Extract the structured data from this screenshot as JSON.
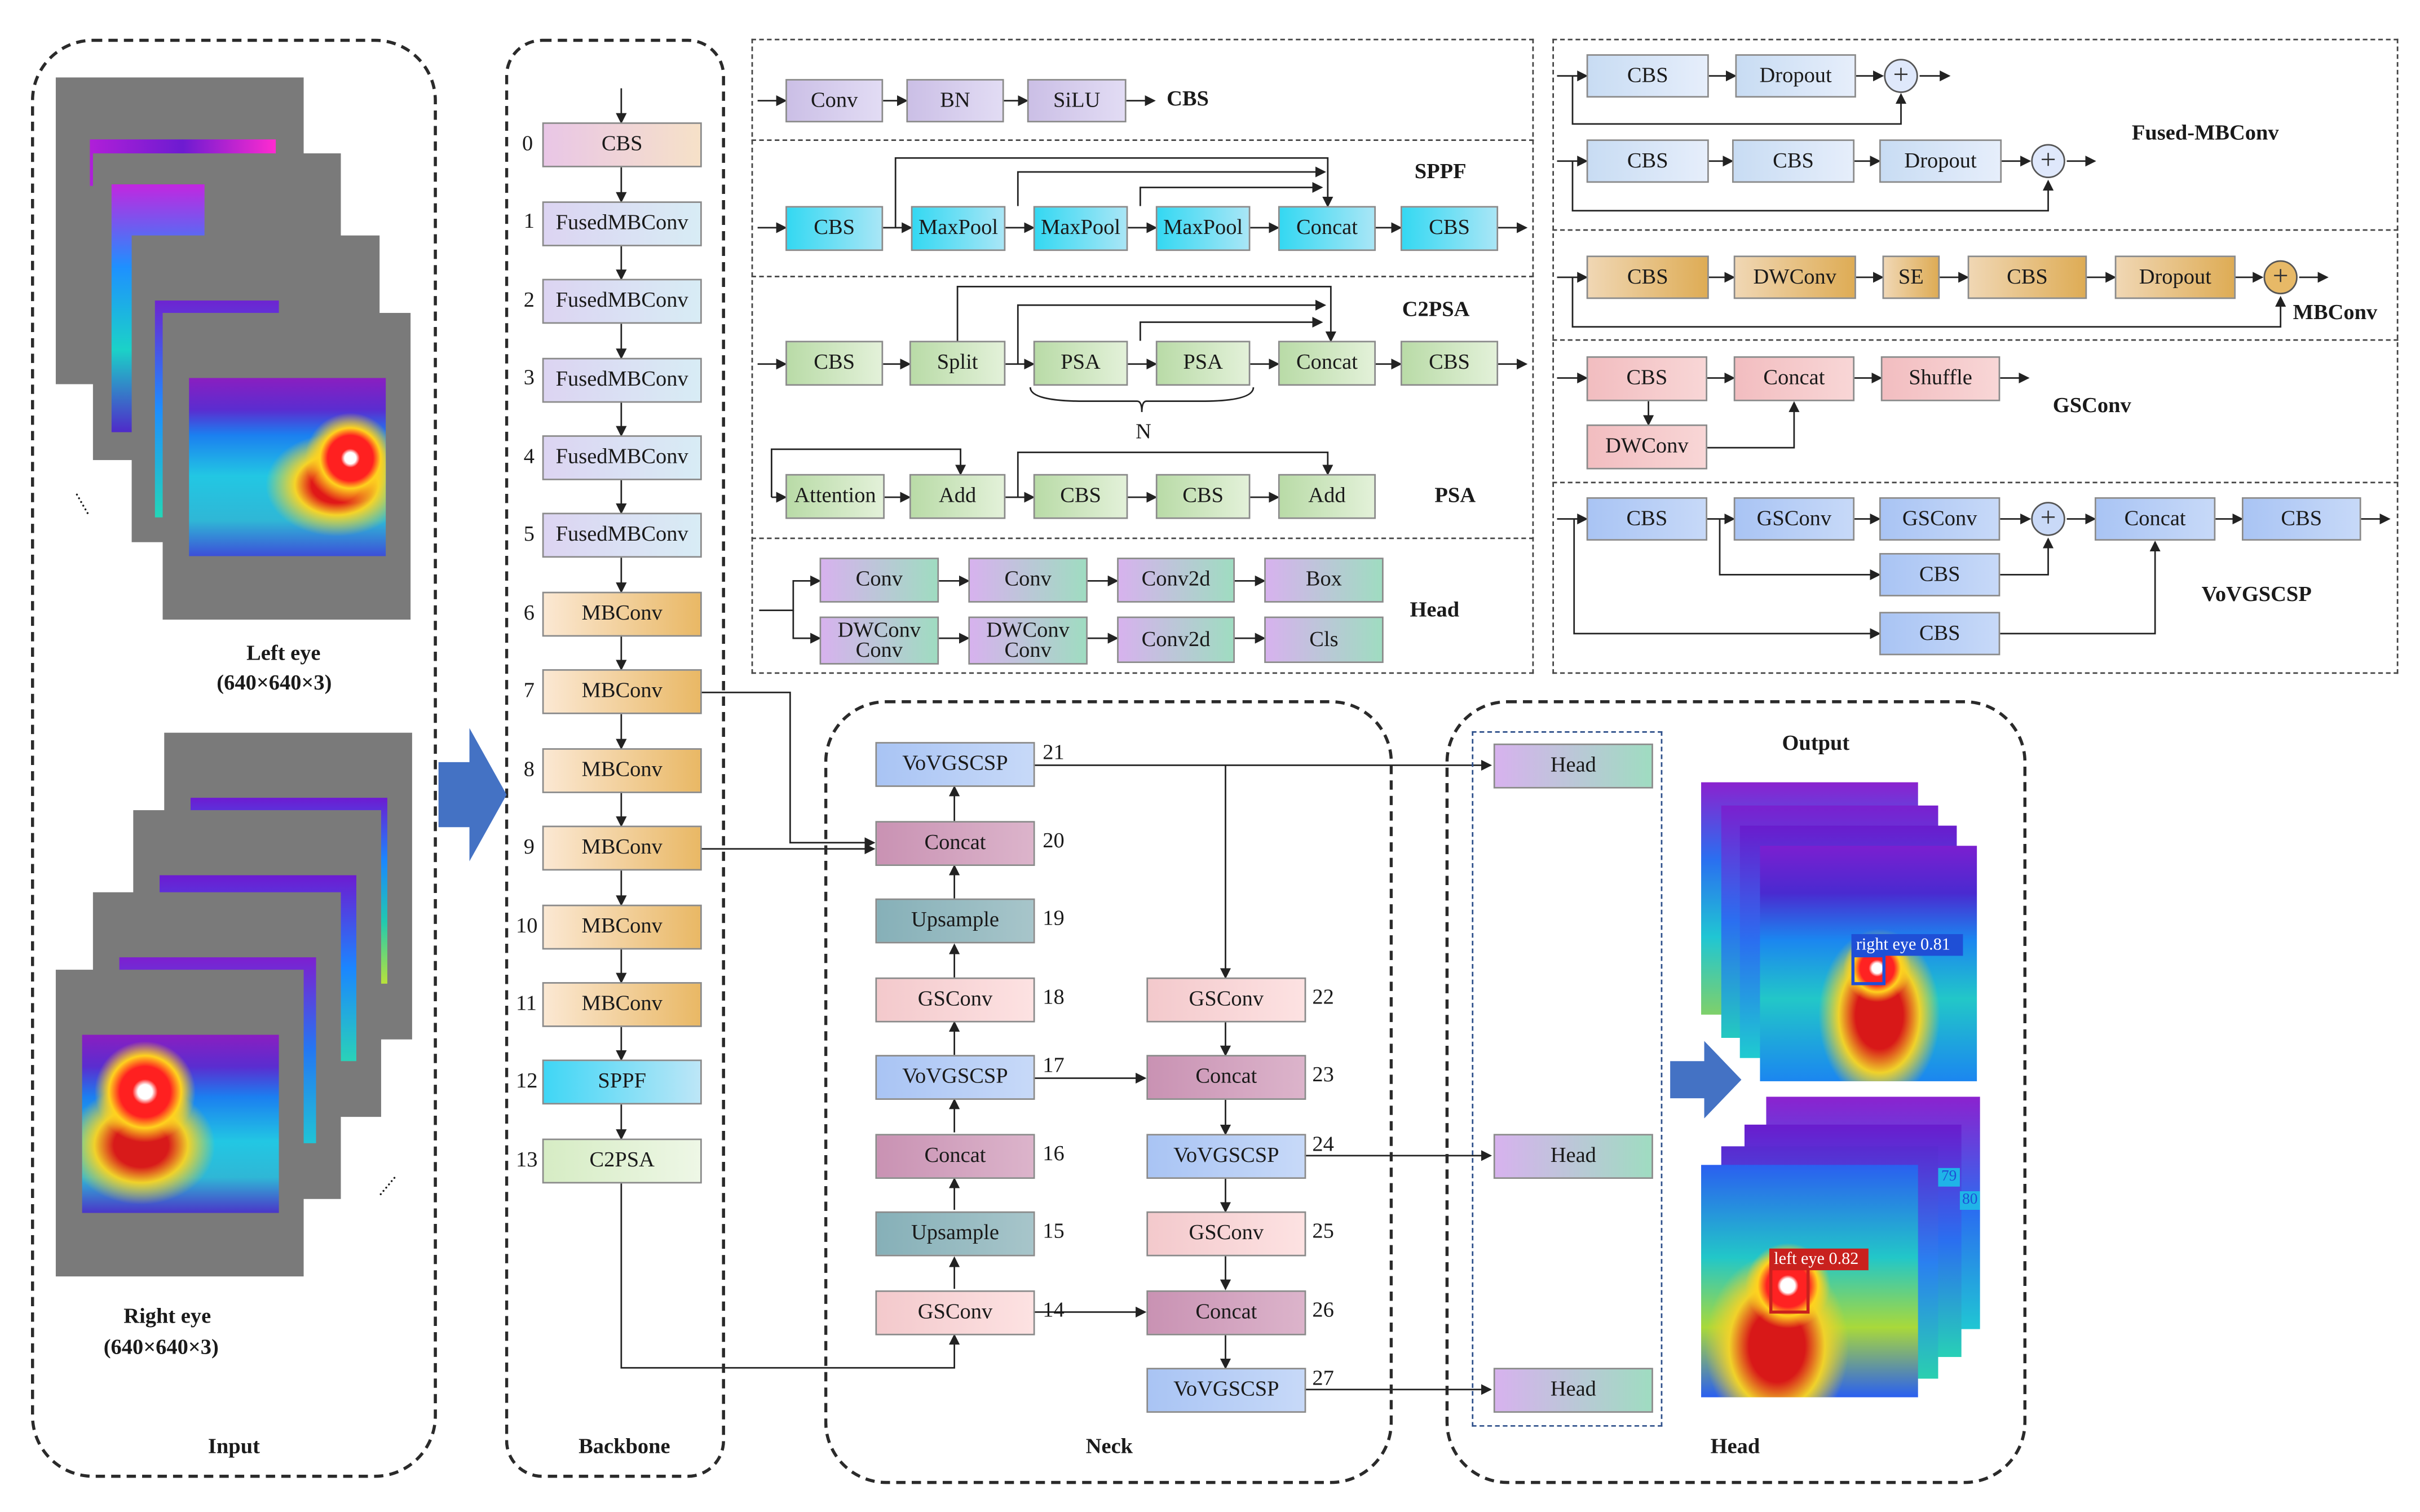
{
  "panels": {
    "input": "Input",
    "backbone": "Backbone",
    "neck": "Neck",
    "head": "Head",
    "output": "Output"
  },
  "input_images": {
    "left_label": "Left eye",
    "left_dims": "(640×640×3)",
    "right_label": "Right eye",
    "right_dims": "(640×640×3)",
    "ellipsis": "......"
  },
  "backbone": [
    {
      "idx": "0",
      "name": "CBS"
    },
    {
      "idx": "1",
      "name": "FusedMBConv"
    },
    {
      "idx": "2",
      "name": "FusedMBConv"
    },
    {
      "idx": "3",
      "name": "FusedMBConv"
    },
    {
      "idx": "4",
      "name": "FusedMBConv"
    },
    {
      "idx": "5",
      "name": "FusedMBConv"
    },
    {
      "idx": "6",
      "name": "MBConv"
    },
    {
      "idx": "7",
      "name": "MBConv"
    },
    {
      "idx": "8",
      "name": "MBConv"
    },
    {
      "idx": "9",
      "name": "MBConv"
    },
    {
      "idx": "10",
      "name": "MBConv"
    },
    {
      "idx": "11",
      "name": "MBConv"
    },
    {
      "idx": "12",
      "name": "SPPF"
    },
    {
      "idx": "13",
      "name": "C2PSA"
    }
  ],
  "neck": [
    {
      "idx": "21",
      "name": "VoVGSCSP"
    },
    {
      "idx": "20",
      "name": "Concat"
    },
    {
      "idx": "19",
      "name": "Upsample"
    },
    {
      "idx": "18",
      "name": "GSConv"
    },
    {
      "idx": "17",
      "name": "VoVGSCSP"
    },
    {
      "idx": "16",
      "name": "Concat"
    },
    {
      "idx": "15",
      "name": "Upsample"
    },
    {
      "idx": "14",
      "name": "GSConv"
    },
    {
      "idx": "22",
      "name": "GSConv"
    },
    {
      "idx": "23",
      "name": "Concat"
    },
    {
      "idx": "24",
      "name": "VoVGSCSP"
    },
    {
      "idx": "25",
      "name": "GSConv"
    },
    {
      "idx": "26",
      "name": "Concat"
    },
    {
      "idx": "27",
      "name": "VoVGSCSP"
    }
  ],
  "heads": [
    "Head",
    "Head",
    "Head"
  ],
  "modules": {
    "cbs": {
      "title": "CBS",
      "blocks": [
        "Conv",
        "BN",
        "SiLU"
      ]
    },
    "sppf": {
      "title": "SPPF",
      "blocks": [
        "CBS",
        "MaxPool",
        "MaxPool",
        "MaxPool",
        "Concat",
        "CBS"
      ]
    },
    "c2psa": {
      "title": "C2PSA",
      "blocks": [
        "CBS",
        "Split",
        "PSA",
        "PSA",
        "Concat",
        "CBS"
      ],
      "repeat": "N"
    },
    "psa": {
      "title": "PSA",
      "blocks": [
        "Attention",
        "Add",
        "CBS",
        "CBS",
        "Add"
      ]
    },
    "head": {
      "title": "Head",
      "row1": [
        "Conv",
        "Conv",
        "Conv2d",
        "Box"
      ],
      "row2": [
        "DWConv Conv",
        "DWConv Conv",
        "Conv2d",
        "Cls"
      ]
    },
    "fused": {
      "title": "Fused-MBConv",
      "row1": [
        "CBS",
        "Dropout"
      ],
      "row2": [
        "CBS",
        "CBS",
        "Dropout"
      ]
    },
    "mbconv": {
      "title": "MBConv",
      "blocks": [
        "CBS",
        "DWConv",
        "SE",
        "CBS",
        "Dropout"
      ]
    },
    "gsconv": {
      "title": "GSConv",
      "blocks": [
        "CBS",
        "Concat",
        "Shuffle",
        "DWConv"
      ]
    },
    "vov": {
      "title": "VoVGSCSP",
      "blocks": [
        "CBS",
        "GSConv",
        "GSConv",
        "Concat",
        "CBS",
        "CBS",
        "CBS"
      ]
    }
  },
  "plus_symbol": "+",
  "detections": {
    "right": "right eye 0.81",
    "left": "left eye 0.82",
    "badge1": "79",
    "badge2": "80"
  },
  "colors": {
    "arrow_blue": "#4472c4",
    "detect_blue": "#1f4fd6",
    "detect_red": "#c9211e",
    "canvas_gray": "#7a7a7a"
  }
}
